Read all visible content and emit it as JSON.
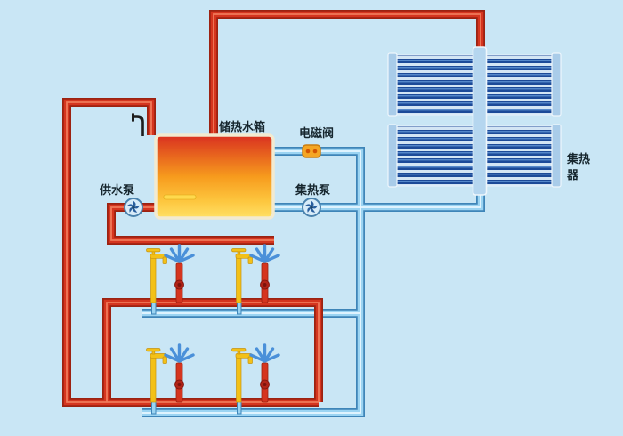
{
  "labels": {
    "tank": "储热水箱",
    "solenoid_valve": "电磁阀",
    "supply_pump": "供水泵",
    "collector_pump": "集热泵",
    "collector_l1": "集热",
    "collector_l2": "器"
  },
  "colors": {
    "background": "#c9e6f5",
    "pipe_hot": "#d5351f",
    "pipe_hot_dark": "#9c2211",
    "pipe_hot_highlight": "#f07a5a",
    "pipe_cold": "#9bd4f2",
    "pipe_cold_dark": "#3e85b8",
    "pipe_cold_highlight": "#e8f7ff",
    "label_text": "#16262e",
    "tank_border": "#f2ead0",
    "tank_top": "#d93020",
    "tank_mid": "#f79b1d",
    "tank_bottom": "#ffe066",
    "heater_yellow": "#ffd94d",
    "collector_tube": "#1c4a98",
    "collector_tube_highlight": "#5b8fd0",
    "collector_bg": "#d3e5f4",
    "collector_cap": "#a9cce9",
    "collector_manifold": "#b5d6ef",
    "pump_body": "#d8ecf9",
    "pump_blade": "#2a5f9e",
    "valve_orange": "#f5a623",
    "faucet_yellow": "#f3c117",
    "fixture_valve": "#b22417",
    "spray_blue": "#4a90d9"
  }
}
